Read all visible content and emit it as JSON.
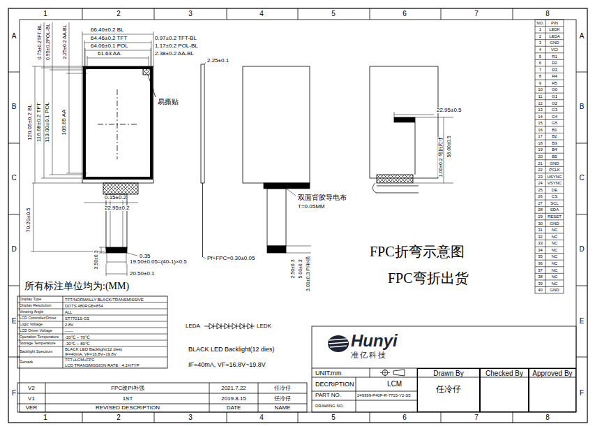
{
  "diagram": {
    "nodes": [
      {
        "text": [
          "Hunyi",
          "准亿科技"
        ]
      },
      {
        "text": [
          "Drawn By",
          "任冷仔"
        ]
      },
      {
        "text": [
          "Checked By"
        ]
      },
      {
        "text": [
          "Approved By"
        ]
      }
    ],
    "labels": [
      "1",
      "2",
      "3",
      "4",
      "5",
      "6",
      "7",
      "8",
      "1",
      "2",
      "3",
      "4",
      "5",
      "6",
      "7",
      "8",
      "A",
      "B",
      "C",
      "D",
      "E",
      "F",
      "A",
      "B",
      "C",
      "D",
      "E",
      "F",
      "66.40±0.2 BL",
      "64.46±0.2 TFT",
      "64.06±0.1 POL",
      "61.63 AA",
      "0.97±0.2 TFT-BL",
      "1.17±0.2 POL-BL",
      "2.38±0.2 AA-BL",
      "0.75±0.2TFT-BL",
      "0.95±0.2POL-BL",
      "2.25±0.2 AA-BL",
      "120.05±0.2 BL",
      "116.68±0.2 TFT",
      "113.00±0.1 POL",
      "109.65 AA",
      "易撕贴",
      "2.25±0.1",
      "0.15±0.2",
      "22.95±0.2",
      "70.20±0.5",
      "0.35",
      "19.50±0.05=(40-1)×0.5",
      "20.50±0.1",
      "3.50±0.3",
      "所有标注单位均为:(MM)",
      "Pf+FPC=0.30±0.05",
      "双面背胶导电布",
      "T=0.05MM",
      "2.50±0.3",
      "5.00±0.3",
      "3.00±0.3 PI补强",
      "22.95±0.5",
      "58.00±0.5",
      "1.00±0.2 弯折尺寸",
      "FPC折弯示意图",
      "FPC弯折出货",
      "NO.",
      "PIN",
      "1",
      "LEDK",
      "2",
      "LEDA",
      "3",
      "GND",
      "4",
      "VCI",
      "5",
      "R1",
      "6",
      "R2",
      "7",
      "R3",
      "8",
      "R4",
      "9",
      "R5",
      "10",
      "G0",
      "11",
      "G1",
      "12",
      "G2",
      "13",
      "G3",
      "14",
      "G4",
      "15",
      "G5",
      "16",
      "B1",
      "17",
      "B2",
      "18",
      "B3",
      "19",
      "B4",
      "20",
      "B5",
      "21",
      "GND",
      "22",
      "PCLK",
      "23",
      "HSYNC",
      "24",
      "VSYNC",
      "25",
      "DE",
      "26",
      "CS",
      "27",
      "SCL",
      "28",
      "SDA",
      "29",
      "RESET",
      "30",
      "GND",
      "31",
      "NC",
      "32",
      "NC",
      "33",
      "NC",
      "34",
      "NC",
      "35",
      "NC",
      "36",
      "NC",
      "37",
      "NC",
      "38",
      "NC",
      "39",
      "NC",
      "40",
      "GND",
      "Display Type",
      "TFT/NORMALLY BLACK/TRANSMISSIVE",
      "Display Resolution",
      "DOTS 480RGB×854",
      "Viewing Angle",
      "ALL",
      "LCD Controller/Driver",
      "ST7701S-G5",
      "Logic Voltage",
      "2.8V",
      "LCD Driver Voltage",
      "------",
      "Operation Temperature",
      "-20℃ ~ 70℃",
      "Storage Temperature",
      "-30℃ ~ 80℃",
      "Backlight Spectrum",
      "BLACK LED Backlight(12 dies)",
      "IF=40mA, VF=16.8V~19.8V",
      "Remark",
      "TFT+LCM+FPC",
      "LCD TRANSMISSION RATE : 4.1%TYP",
      "LEDA",
      "LEDK",
      "BLACK LED Backlight(12 dies)",
      "IF=40mA, VF=16.8V~19.8V",
      "UNIT:mm",
      "DECRIPTION",
      "LCM",
      "PART NO.",
      "249399-P40F-R-7715-Y2-S5",
      "DRAWING NO.",
      "V2",
      "FPC改PI补强",
      "2021.7.22",
      "任冷仔",
      "V1",
      "1ST",
      "2019.8.15",
      "任冷仔",
      "VER",
      "REVISED DESCRIPTION",
      "DATE",
      "NAME"
    ]
  }
}
